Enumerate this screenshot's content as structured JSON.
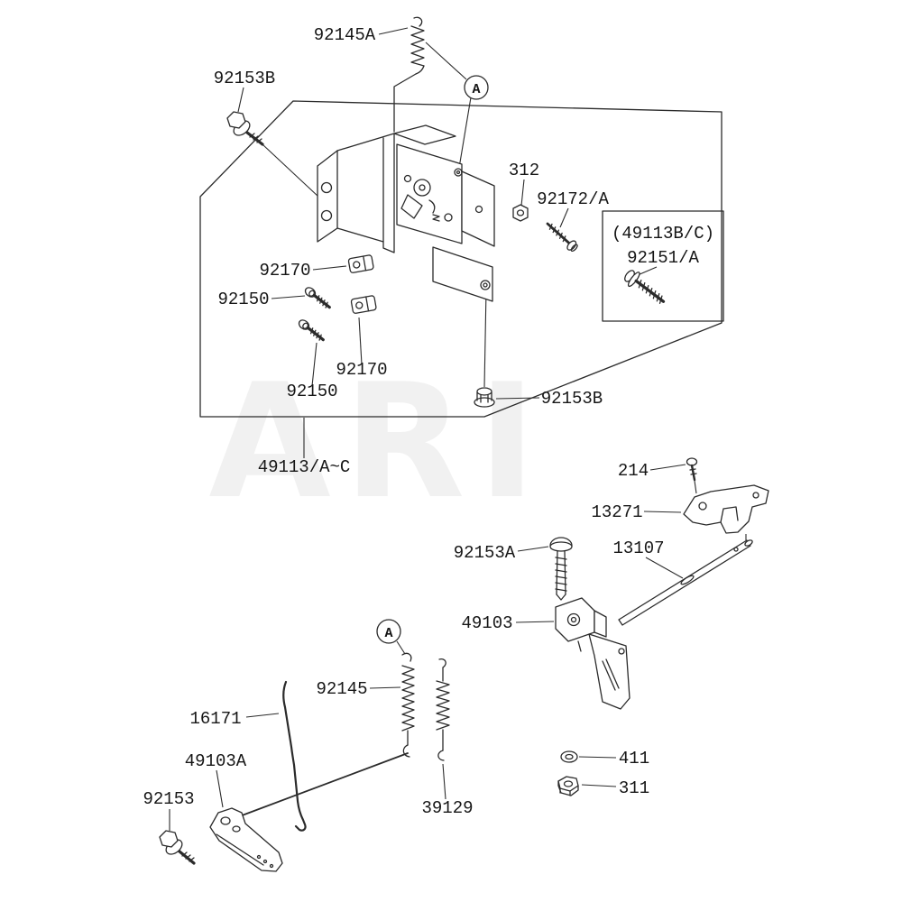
{
  "watermark": {
    "text": "ARI"
  },
  "callouts": {
    "letter": "A"
  },
  "diagram": {
    "labels": {
      "part_92145A": "92145A",
      "part_92153B_top": "92153B",
      "part_312": "312",
      "part_92172A": "92172/A",
      "kit_group": "(49113B/C)",
      "kit_part": "92151/A",
      "part_92170_upper": "92170",
      "part_92150_upper": "92150",
      "part_92170_lower": "92170",
      "part_92150_lower": "92150",
      "part_92153B_lower": "92153B",
      "part_49113": "49113/A~C",
      "part_214": "214",
      "part_13271": "13271",
      "part_92153A": "92153A",
      "part_13107": "13107",
      "part_49103": "49103",
      "part_92145": "92145",
      "part_16171": "16171",
      "part_49103A": "49103A",
      "part_92153": "92153",
      "part_411": "411",
      "part_311": "311",
      "part_39129": "39129"
    },
    "colors": {
      "line": "#2b2b2b",
      "text": "#161616",
      "background": "#ffffff",
      "watermark": "#000000"
    }
  }
}
